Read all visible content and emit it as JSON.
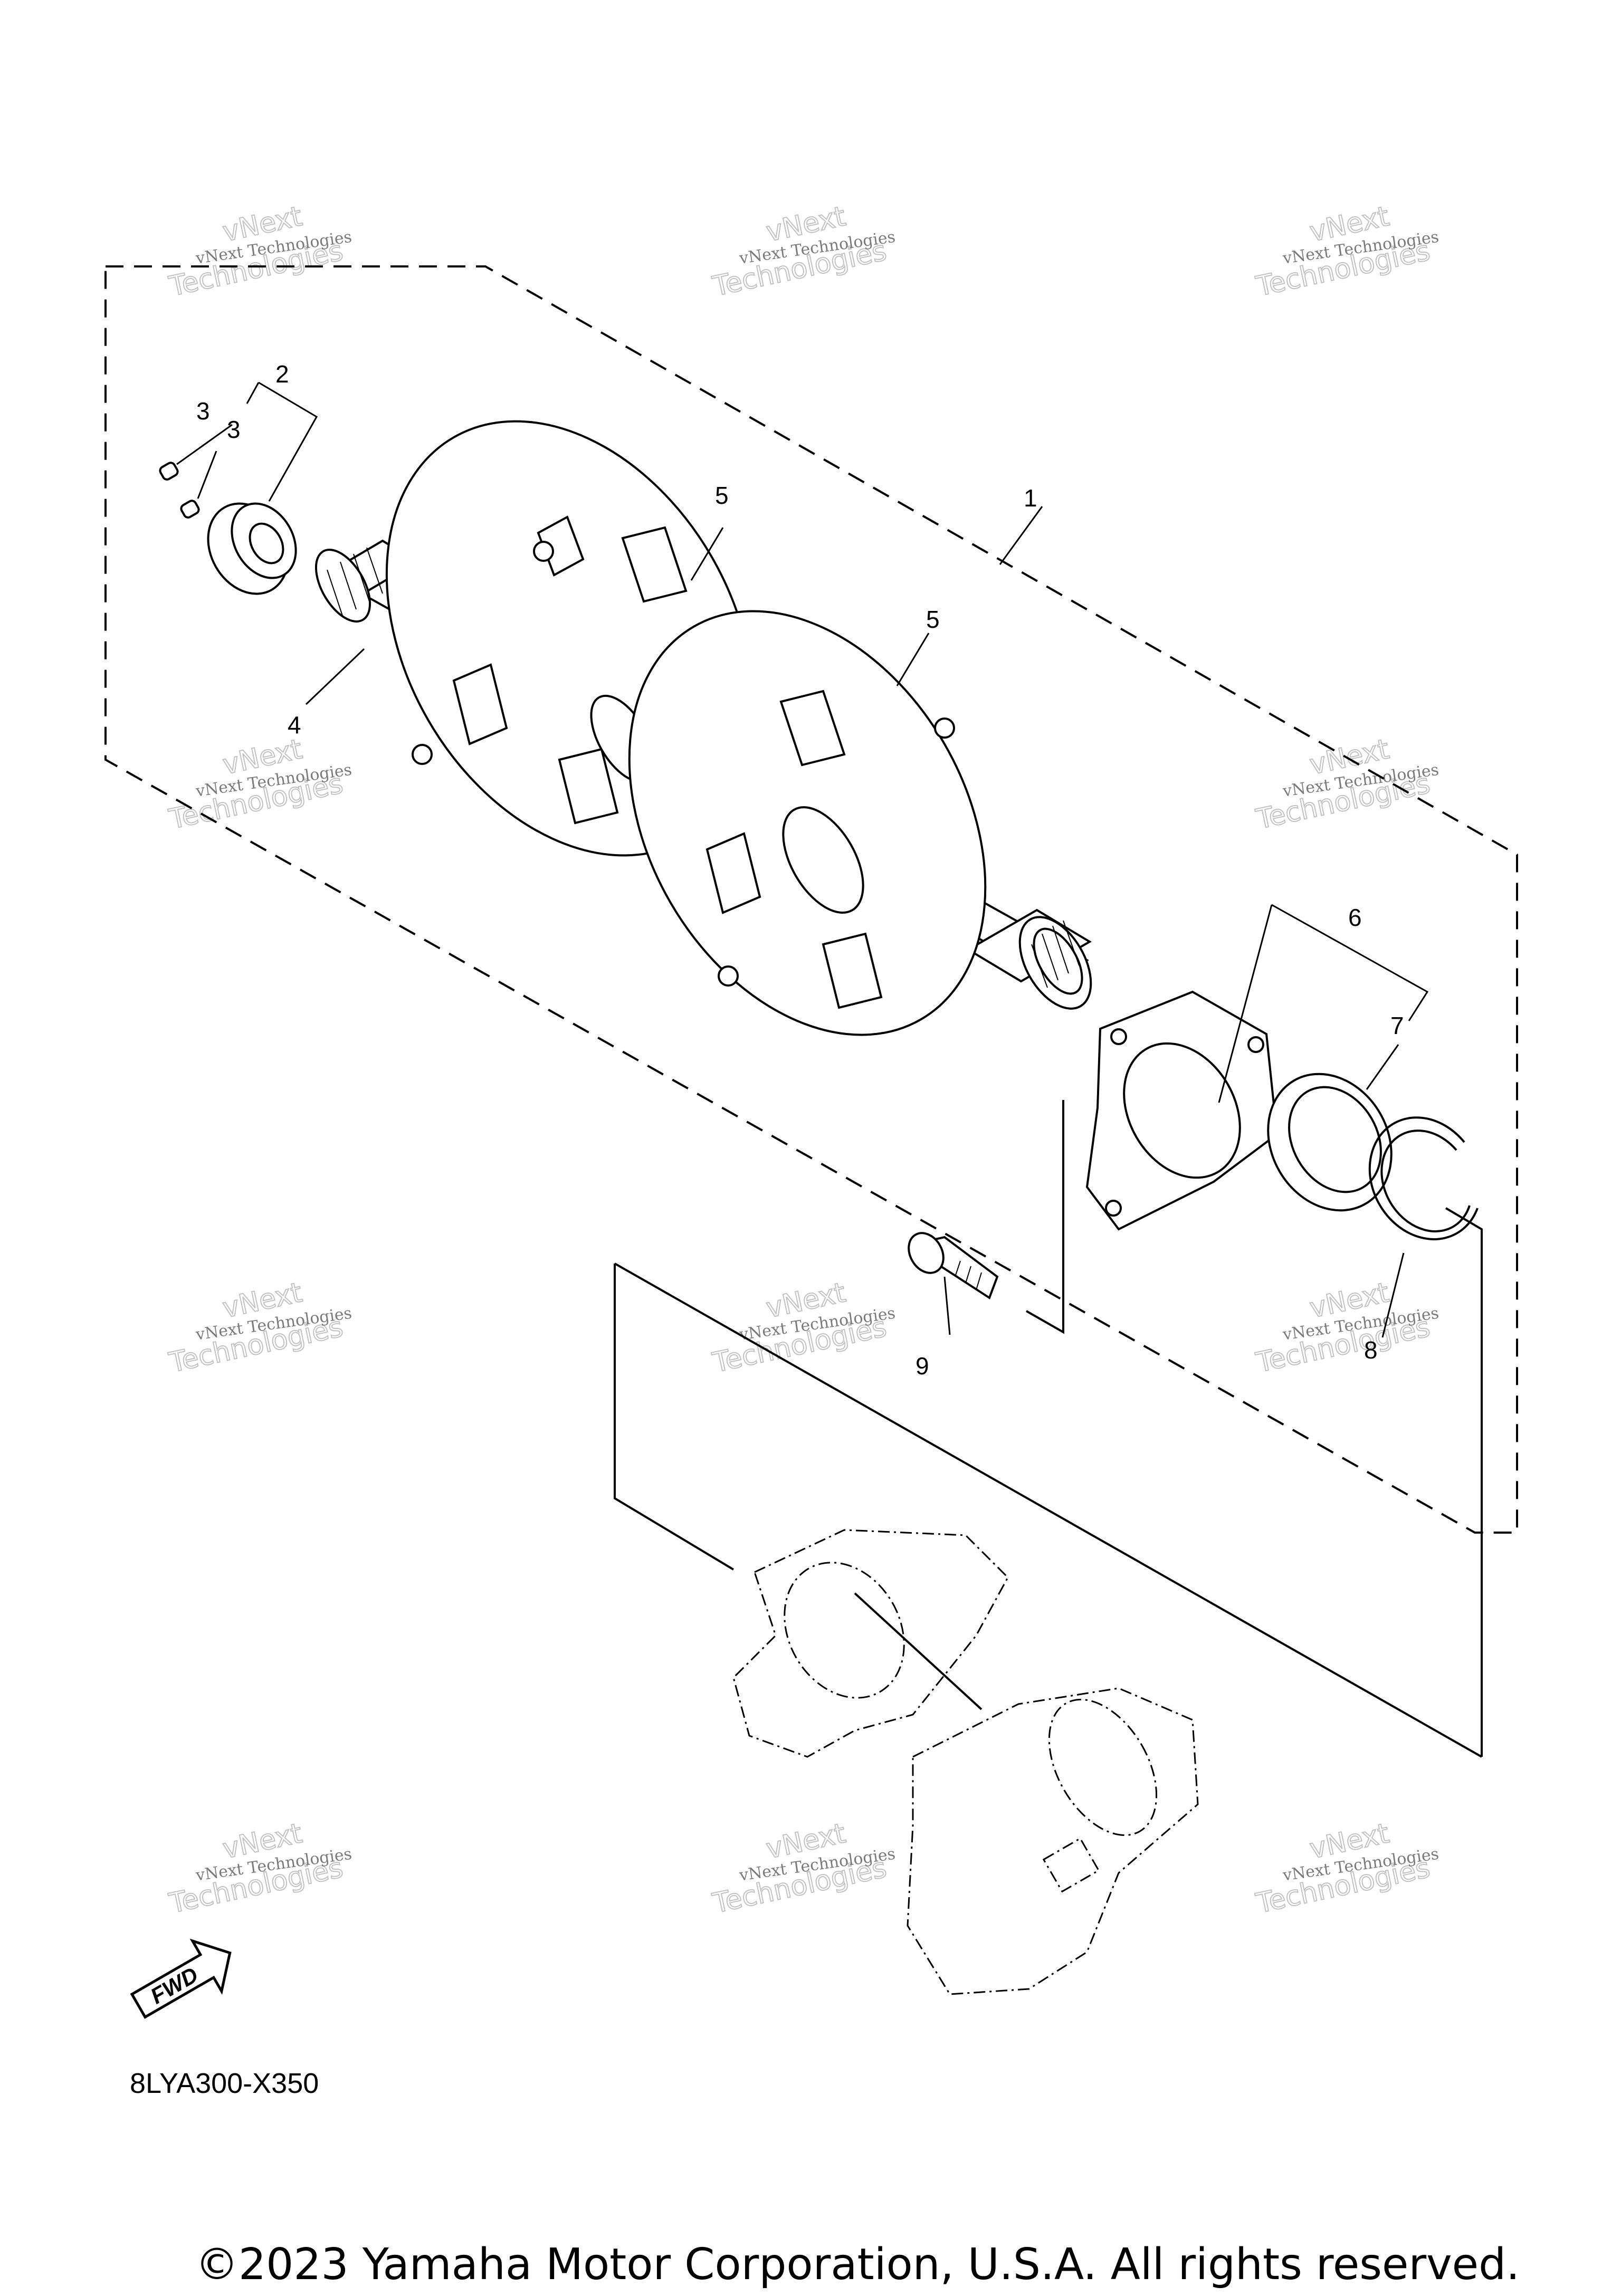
{
  "callouts": {
    "c1": "1",
    "c2": "2",
    "c3a": "3",
    "c3b": "3",
    "c4": "4",
    "c5a": "5",
    "c5b": "5",
    "c6": "6",
    "c7": "7",
    "c8": "8",
    "c9": "9"
  },
  "watermark": {
    "line1": "vNext Technologies",
    "line2": "Technologies",
    "stamp": "vNext"
  },
  "fwd_badge": "FWD",
  "diagram_code": "8LYA300-X350",
  "copyright": "©2023 Yamaha Motor Corporation, U.S.A. All rights reserved."
}
